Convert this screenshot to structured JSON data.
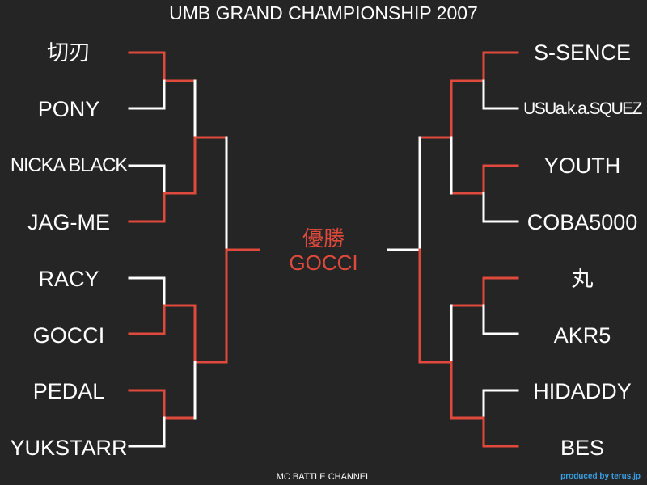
{
  "title": "UMB GRAND CHAMPIONSHIP 2007",
  "left_players": [
    "切刃",
    "PONY",
    "NICKA BLACK",
    "JAG-ME",
    "RACY",
    "GOCCI",
    "PEDAL",
    "YUKSTARR"
  ],
  "right_players": [
    "S-SENCE",
    "USUa.k.a.SQUEZ",
    "YOUTH",
    "COBA5000",
    "丸",
    "AKR5",
    "HIDADDY",
    "BES"
  ],
  "winner": {
    "label": "優勝",
    "name": "GOCCI"
  },
  "footer": "MC BATTLE CHANNEL",
  "credit": "produced by terus.jp",
  "colors": {
    "background": "#252525",
    "win_line": "#e04a3c",
    "lose_line": "#ffffff",
    "text": "#ffffff"
  }
}
